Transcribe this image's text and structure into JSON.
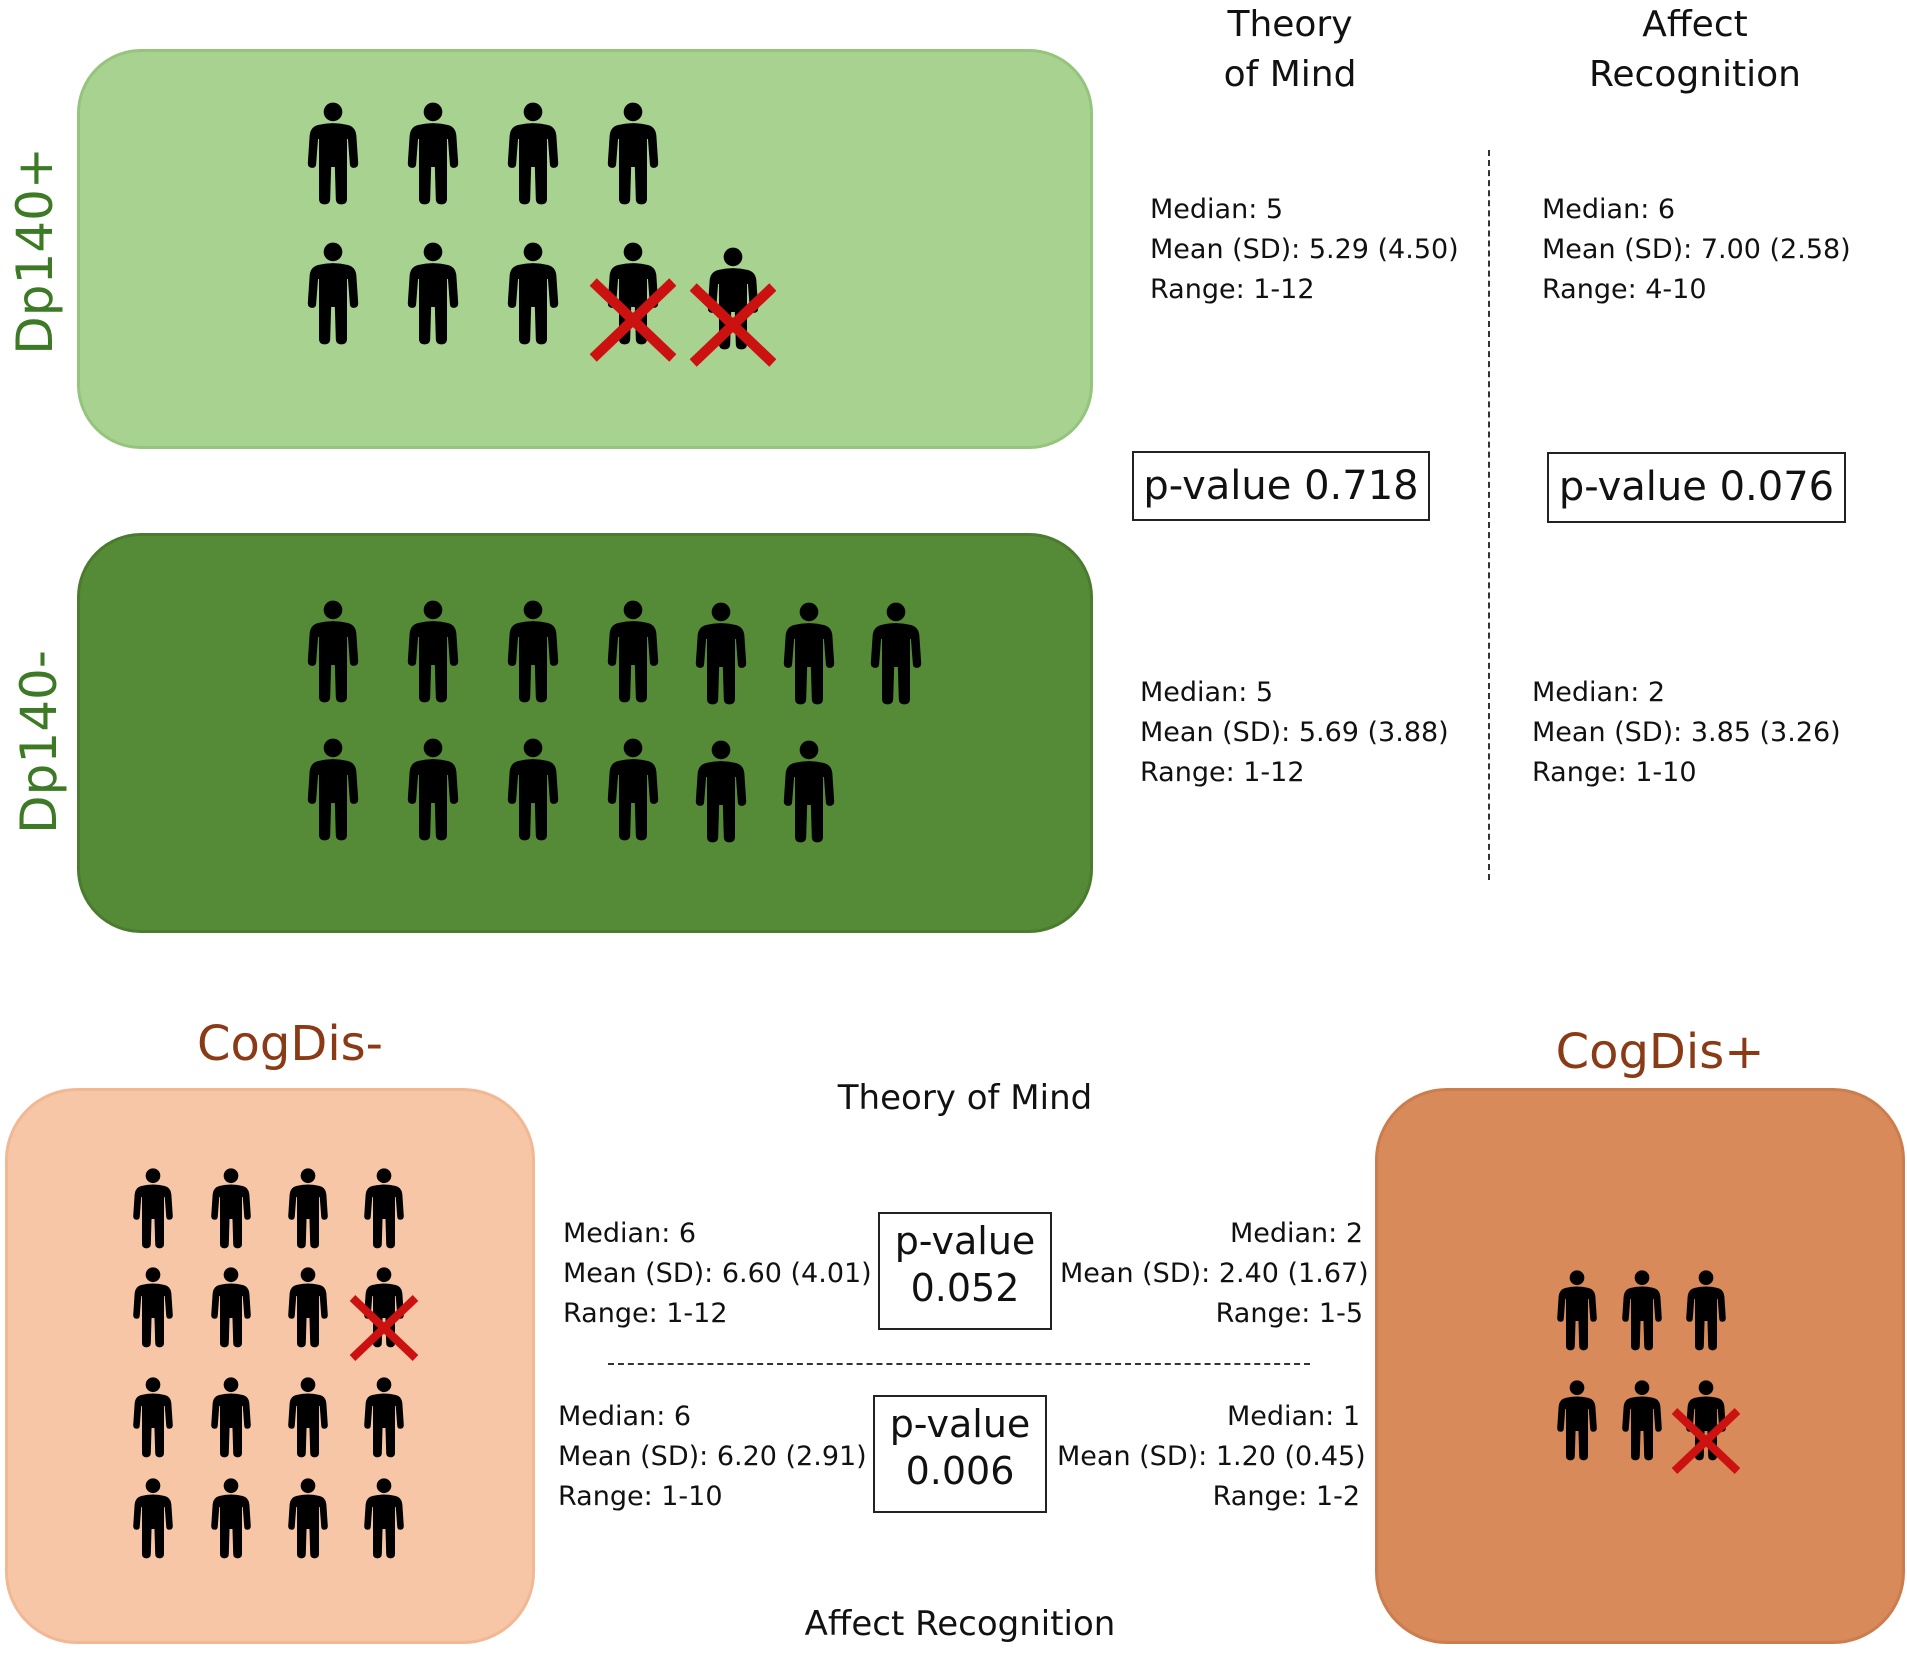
{
  "dp140": {
    "plus_label": "Dp140+",
    "minus_label": "Dp140-",
    "tom_header": "Theory\nof Mind",
    "ar_header": "Affect\nRecognition",
    "plus_tom": {
      "median": "Median: 5",
      "mean": "Mean (SD): 5.29 (4.50)",
      "range": "Range: 1-12"
    },
    "plus_ar": {
      "median": "Median: 6",
      "mean": "Mean (SD): 7.00 (2.58)",
      "range": "Range: 4-10"
    },
    "minus_tom": {
      "median": "Median: 5",
      "mean": "Mean (SD): 5.69 (3.88)",
      "range": "Range: 1-12"
    },
    "minus_ar": {
      "median": "Median: 2",
      "mean": "Mean (SD): 3.85 (3.26)",
      "range": "Range: 1-10"
    },
    "tom_pvalue": "p-value 0.718",
    "ar_pvalue": "p-value 0.076",
    "plus_people_total": 9,
    "plus_people_excluded": 2,
    "minus_people_total": 13,
    "minus_people_excluded": 0
  },
  "cogdis": {
    "minus_label": "CogDis-",
    "plus_label": "CogDis+",
    "tom_label": "Theory of Mind",
    "ar_label": "Affect Recognition",
    "minus_tom": {
      "median": "Median: 6",
      "mean": "Mean (SD): 6.60 (4.01)",
      "range": "Range: 1-12"
    },
    "plus_tom": {
      "median": "Median: 2",
      "mean": "Mean (SD): 2.40 (1.67)",
      "range": "Range: 1-5"
    },
    "minus_ar": {
      "median": "Median: 6",
      "mean": "Mean (SD): 6.20 (2.91)",
      "range": "Range: 1-10"
    },
    "plus_ar": {
      "median": "Median: 1",
      "mean": "Mean (SD): 1.20 (0.45)",
      "range": "Range: 1-2"
    },
    "tom_pvalue": {
      "line1": "p-value",
      "line2": "0.052"
    },
    "ar_pvalue": {
      "line1": "p-value",
      "line2": "0.006"
    },
    "minus_people_total": 16,
    "minus_people_excluded": 1,
    "plus_people_total": 6,
    "plus_people_excluded": 1
  },
  "icons": {
    "person": "person-icon",
    "excluded": "red-x-icon"
  },
  "colors": {
    "dp_plus_panel": "#a8d290",
    "dp_minus_panel": "#558a36",
    "cog_minus_panel": "#f7c6a6",
    "cog_plus_panel": "#d88a5a",
    "dp_label": "#3d7a25",
    "cog_label": "#8b3a16",
    "cross": "#cc1111"
  }
}
